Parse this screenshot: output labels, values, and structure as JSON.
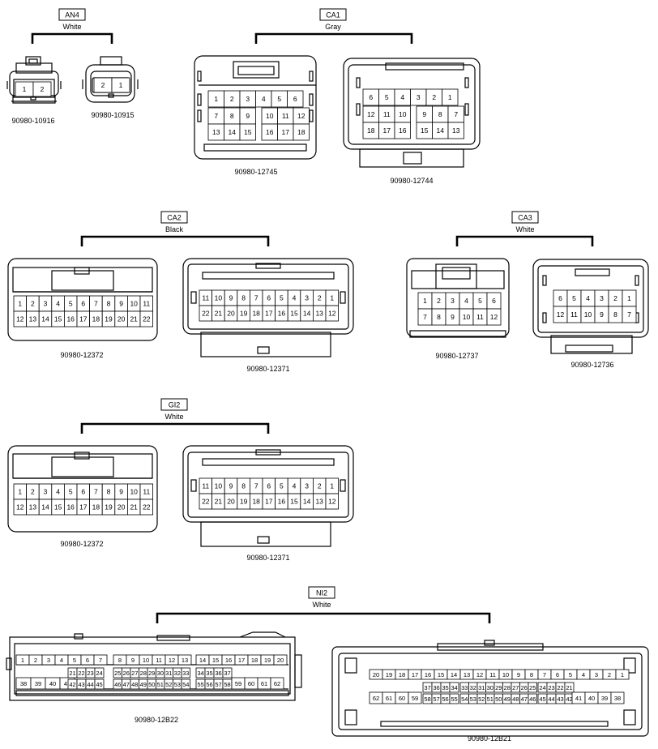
{
  "groups": [
    {
      "id": "AN4",
      "color": "White",
      "connectors": [
        {
          "part": "90980-10916",
          "rows": [
            [
              "1",
              "2"
            ]
          ]
        },
        {
          "part": "90980-10915",
          "rows": [
            [
              "2",
              "1"
            ]
          ]
        }
      ]
    },
    {
      "id": "CA1",
      "color": "Gray",
      "connectors": [
        {
          "part": "90980-12745",
          "rows": [
            [
              "1",
              "2",
              "3",
              "4",
              "5",
              "6"
            ],
            [
              "7",
              "8",
              "9",
              "10",
              "11",
              "12"
            ],
            [
              "13",
              "14",
              "15",
              "16",
              "17",
              "18"
            ]
          ]
        },
        {
          "part": "90980-12744",
          "rows": [
            [
              "6",
              "5",
              "4",
              "3",
              "2",
              "1"
            ],
            [
              "12",
              "11",
              "10",
              "9",
              "8",
              "7"
            ],
            [
              "18",
              "17",
              "16",
              "15",
              "14",
              "13"
            ]
          ]
        }
      ]
    },
    {
      "id": "CA2",
      "color": "Black",
      "connectors": [
        {
          "part": "90980-12372",
          "rows": [
            [
              "1",
              "2",
              "3",
              "4",
              "5",
              "6",
              "7",
              "8",
              "9",
              "10",
              "11"
            ],
            [
              "12",
              "13",
              "14",
              "15",
              "16",
              "17",
              "18",
              "19",
              "20",
              "21",
              "22"
            ]
          ]
        },
        {
          "part": "90980-12371",
          "rows": [
            [
              "11",
              "10",
              "9",
              "8",
              "7",
              "6",
              "5",
              "4",
              "3",
              "2",
              "1"
            ],
            [
              "22",
              "21",
              "20",
              "19",
              "18",
              "17",
              "16",
              "15",
              "14",
              "13",
              "12"
            ]
          ]
        }
      ]
    },
    {
      "id": "CA3",
      "color": "White",
      "connectors": [
        {
          "part": "90980-12737",
          "rows": [
            [
              "1",
              "2",
              "3",
              "4",
              "5",
              "6"
            ],
            [
              "7",
              "8",
              "9",
              "10",
              "11",
              "12"
            ]
          ]
        },
        {
          "part": "90980-12736",
          "rows": [
            [
              "6",
              "5",
              "4",
              "3",
              "2",
              "1"
            ],
            [
              "12",
              "11",
              "10",
              "9",
              "8",
              "7"
            ]
          ]
        }
      ]
    },
    {
      "id": "GI2",
      "color": "White",
      "connectors": [
        {
          "part": "90980-12372",
          "rows": [
            [
              "1",
              "2",
              "3",
              "4",
              "5",
              "6",
              "7",
              "8",
              "9",
              "10",
              "11"
            ],
            [
              "12",
              "13",
              "14",
              "15",
              "16",
              "17",
              "18",
              "19",
              "20",
              "21",
              "22"
            ]
          ]
        },
        {
          "part": "90980-12371",
          "rows": [
            [
              "11",
              "10",
              "9",
              "8",
              "7",
              "6",
              "5",
              "4",
              "3",
              "2",
              "1"
            ],
            [
              "22",
              "21",
              "20",
              "19",
              "18",
              "17",
              "16",
              "15",
              "14",
              "13",
              "12"
            ]
          ]
        }
      ]
    },
    {
      "id": "NI2",
      "color": "White",
      "connectors": [
        {
          "part": "90980-12B22",
          "rows": [
            [
              "1",
              "2",
              "3",
              "4",
              "5",
              "6",
              "7"
            ],
            [
              "8",
              "9",
              "10",
              "11",
              "12",
              "13"
            ],
            [
              "14",
              "15",
              "16",
              "17",
              "18",
              "19",
              "20"
            ],
            [
              "38",
              "39",
              "40",
              "41"
            ],
            [
              "21",
              "22",
              "23",
              "24"
            ],
            [
              "42",
              "43",
              "44",
              "45"
            ],
            [
              "25",
              "26",
              "27",
              "28",
              "29",
              "30",
              "31",
              "32",
              "33"
            ],
            [
              "46",
              "47",
              "48",
              "49",
              "50",
              "51",
              "52",
              "53",
              "54"
            ],
            [
              "34",
              "35",
              "36",
              "37"
            ],
            [
              "55",
              "56",
              "57",
              "58"
            ],
            [
              "59",
              "60",
              "61",
              "62"
            ]
          ]
        },
        {
          "part": "90980-12B21",
          "rows": [
            [
              "20",
              "19",
              "18",
              "17",
              "16",
              "15",
              "14"
            ],
            [
              "13",
              "12",
              "11",
              "10",
              "9",
              "8"
            ],
            [
              "7",
              "6",
              "5",
              "4",
              "3",
              "2",
              "1"
            ],
            [
              "37",
              "36",
              "35",
              "34"
            ],
            [
              "58",
              "57",
              "56",
              "55"
            ],
            [
              "62",
              "61",
              "60",
              "59"
            ],
            [
              "33",
              "32",
              "31",
              "30",
              "29",
              "28",
              "27",
              "26",
              "25"
            ],
            [
              "54",
              "53",
              "52",
              "51",
              "50",
              "49",
              "48",
              "47",
              "46"
            ],
            [
              "24",
              "23",
              "22",
              "21"
            ],
            [
              "45",
              "44",
              "43",
              "42"
            ],
            [
              "41",
              "40",
              "39",
              "38"
            ]
          ]
        }
      ]
    }
  ]
}
